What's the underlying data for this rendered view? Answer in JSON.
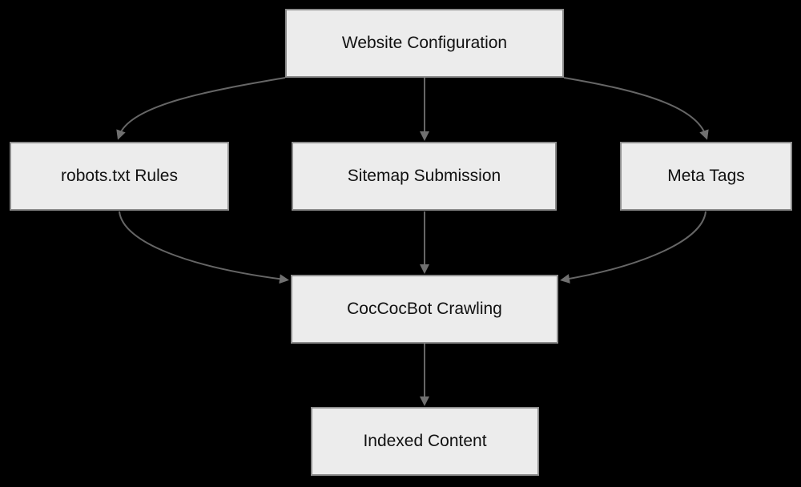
{
  "diagram": {
    "type": "flowchart",
    "direction": "top-down",
    "background_color": "#000000",
    "node_fill_color": "#ececec",
    "node_border_color": "#8c8c8c",
    "node_text_color": "#111111",
    "arrow_color": "#666666",
    "nodes": [
      {
        "id": "website-configuration",
        "label": "Website Configuration"
      },
      {
        "id": "robots-txt-rules",
        "label": "robots.txt Rules"
      },
      {
        "id": "sitemap-submission",
        "label": "Sitemap Submission"
      },
      {
        "id": "meta-tags",
        "label": "Meta Tags"
      },
      {
        "id": "coccocbot-crawling",
        "label": "CocCocBot Crawling"
      },
      {
        "id": "indexed-content",
        "label": "Indexed Content"
      }
    ],
    "edges": [
      {
        "from": "Website Configuration",
        "to": "robots.txt Rules"
      },
      {
        "from": "Website Configuration",
        "to": "Sitemap Submission"
      },
      {
        "from": "Website Configuration",
        "to": "Meta Tags"
      },
      {
        "from": "robots.txt Rules",
        "to": "CocCocBot Crawling"
      },
      {
        "from": "Sitemap Submission",
        "to": "CocCocBot Crawling"
      },
      {
        "from": "Meta Tags",
        "to": "CocCocBot Crawling"
      },
      {
        "from": "CocCocBot Crawling",
        "to": "Indexed Content"
      }
    ]
  }
}
